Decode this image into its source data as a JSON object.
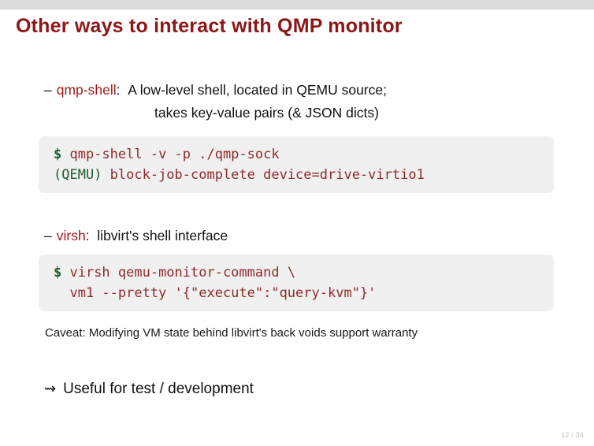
{
  "slide": {
    "title": "Other ways to interact with QMP monitor",
    "title_color": "#8c1717",
    "background_color": "#ffffff",
    "topbar_color": "#dcdcdc"
  },
  "bullets": [
    {
      "dash": "–",
      "keyword": "qmp-shell",
      "separator": ":",
      "text": "A low-level shell, located in QEMU source;",
      "continuation": "takes key-value pairs (& JSON dicts)",
      "keyword_color": "#a01b1b"
    },
    {
      "dash": "–",
      "keyword": "virsh",
      "separator": ":",
      "text": "libvirt's shell interface",
      "keyword_color": "#a01b1b"
    }
  ],
  "code_blocks": [
    {
      "name": "qmp-shell-example",
      "background_color": "#f0f0f0",
      "prompt_color": "#1e5c2e",
      "command_color": "#8f2a2a",
      "lines": [
        {
          "prompt": "$",
          "command": " qmp-shell -v -p ./qmp-sock"
        },
        {
          "prompt": "(QEMU)",
          "command": " block-job-complete device=drive-virtio1"
        }
      ]
    },
    {
      "name": "virsh-example",
      "background_color": "#f0f0f0",
      "prompt_color": "#1e5c2e",
      "command_color": "#8f2a2a",
      "lines": [
        {
          "prompt": "$",
          "command": " virsh qemu-monitor-command \\"
        },
        {
          "prompt": "",
          "command": "  vm1 --pretty '{\"execute\":\"query-kvm\"}'"
        }
      ]
    }
  ],
  "caveat": "Caveat: Modifying VM state behind libvirt's back voids support warranty",
  "conclusion": {
    "arrow_icon": "⇝",
    "text": "Useful for test / development"
  },
  "footer": {
    "page_number": "12 / 34"
  }
}
